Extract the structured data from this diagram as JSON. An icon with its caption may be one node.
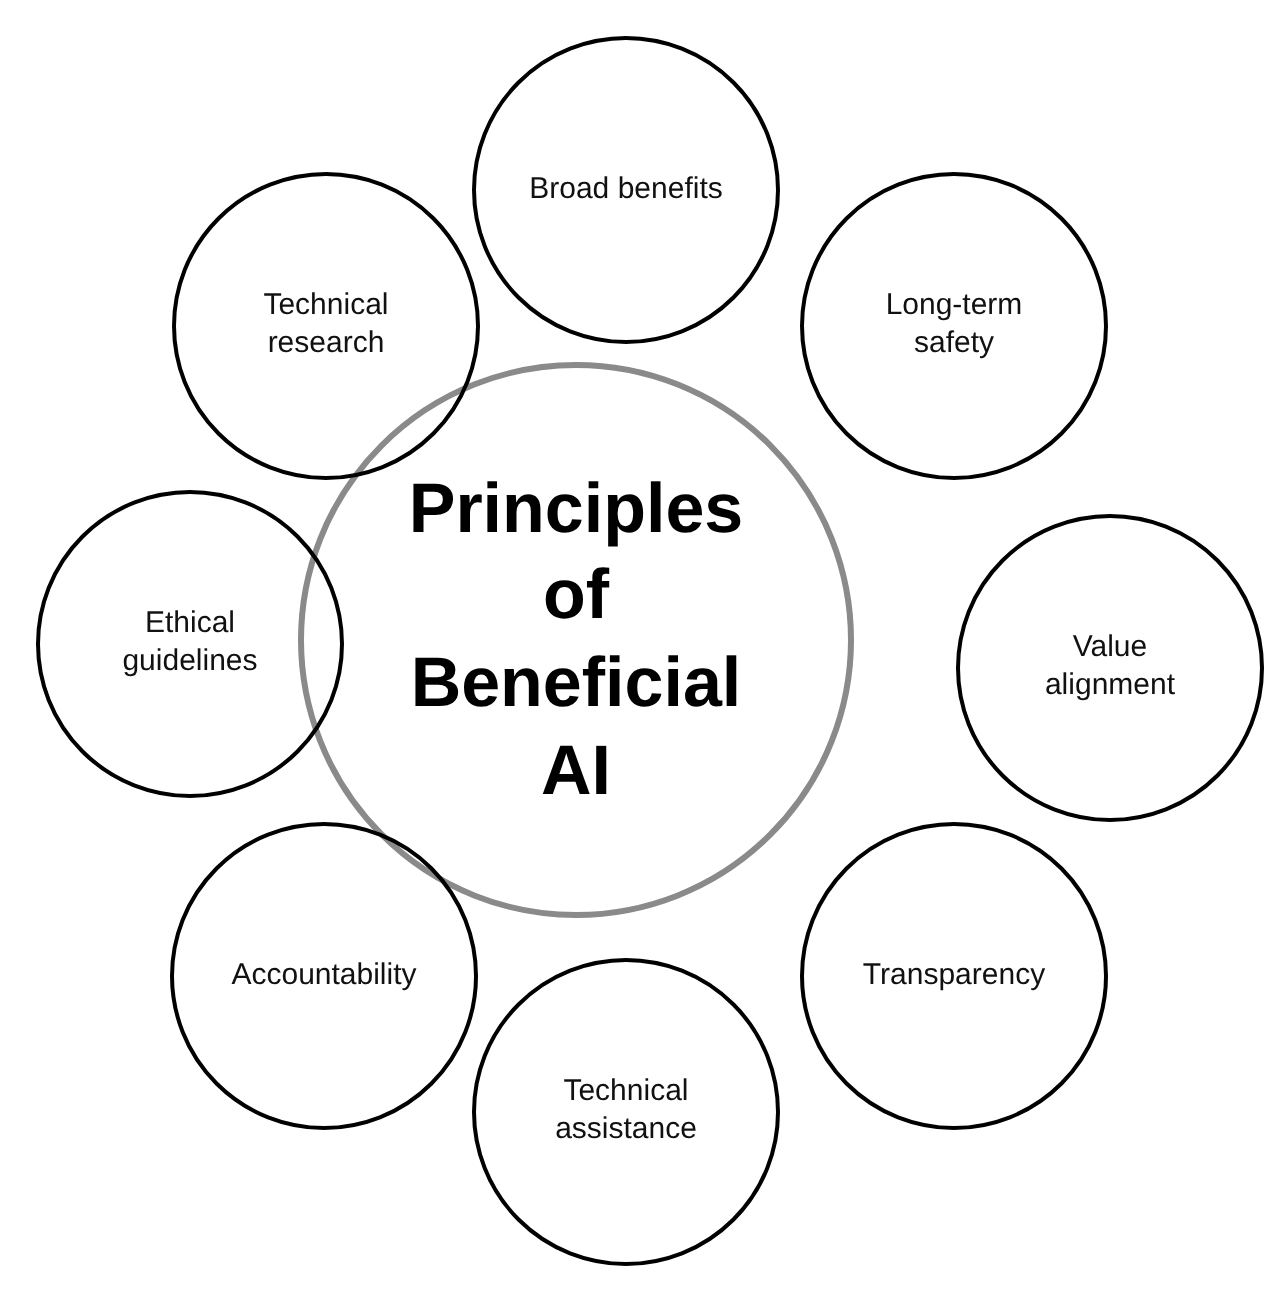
{
  "diagram": {
    "nodes": [
      {
        "text": [
          "Principles of Beneficial AI"
        ]
      },
      {
        "text": [
          "Broad benefits"
        ]
      },
      {
        "text": [
          "Long-term safety"
        ]
      },
      {
        "text": [
          "Value alignment"
        ]
      },
      {
        "text": [
          "Transparency"
        ]
      },
      {
        "text": [
          "Technical assistance"
        ]
      },
      {
        "text": [
          "Accountability"
        ]
      },
      {
        "text": [
          "Ethical guidelines"
        ]
      },
      {
        "text": [
          "Technical research"
        ]
      }
    ]
  }
}
